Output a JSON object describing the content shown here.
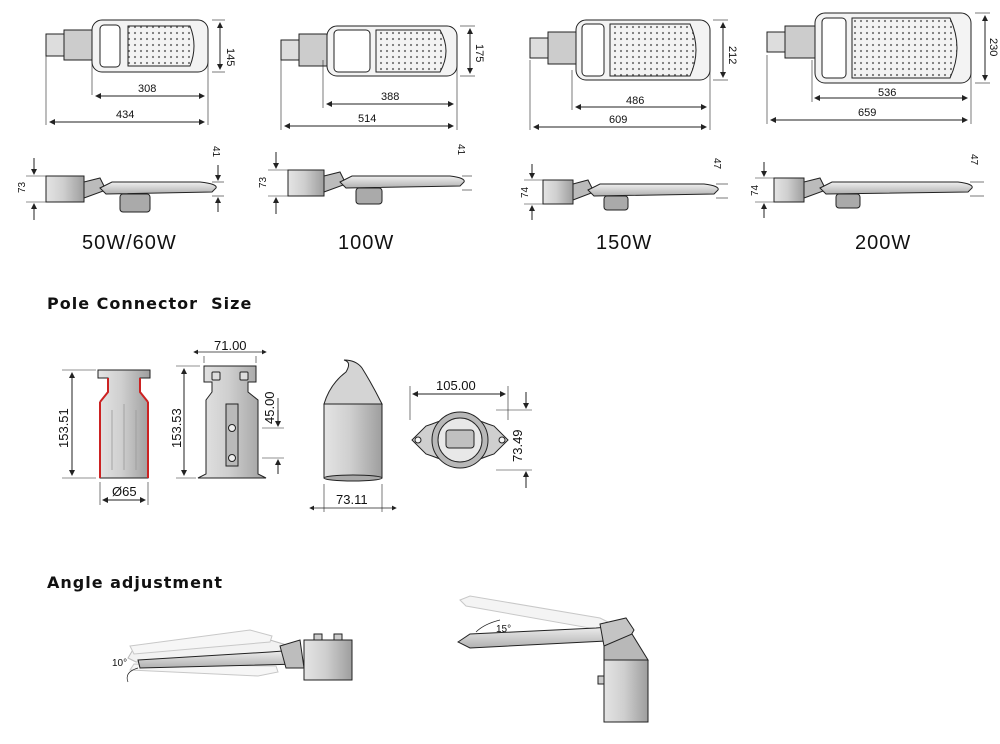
{
  "models": [
    {
      "label": "50W/60W",
      "inner_width": "308",
      "total_width": "434",
      "height": "145",
      "side_height": "73",
      "side_top": "41"
    },
    {
      "label": "100W",
      "inner_width": "388",
      "total_width": "514",
      "height": "175",
      "side_height": "73",
      "side_top": "41"
    },
    {
      "label": "150W",
      "inner_width": "486",
      "total_width": "609",
      "height": "212",
      "side_height": "74",
      "side_top": "47"
    },
    {
      "label": "200W",
      "inner_width": "536",
      "total_width": "659",
      "height": "230",
      "side_height": "74",
      "side_top": "47"
    }
  ],
  "pole_connector": {
    "title": "Pole Connector  Size",
    "height_a": "153.51",
    "diameter": "Ø65",
    "height_b": "153.53",
    "width_top": "71.00",
    "bolt_spacing": "45.00",
    "bottom_width": "73.11",
    "top_width": "105.00",
    "depth": "73.49"
  },
  "angle": {
    "title": "Angle adjustment",
    "left_angle": "10°",
    "right_angle": "15°"
  },
  "colors": {
    "line": "#222222",
    "body": "#c8c8c8",
    "body_dark": "#9a9a9a",
    "highlight": "#cc2222"
  }
}
